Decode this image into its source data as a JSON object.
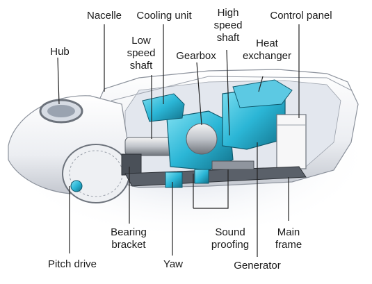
{
  "diagram": {
    "labels": {
      "hub": "Hub",
      "nacelle": "Nacelle",
      "cooling_unit": "Cooling unit",
      "low_speed_shaft": "Low\nspeed\nshaft",
      "gearbox": "Gearbox",
      "high_speed_shaft": "High\nspeed\nshaft",
      "heat_exchanger": "Heat\nexchanger",
      "control_panel": "Control panel",
      "bearing_bracket": "Bearing\nbracket",
      "sound_proofing": "Sound\nproofing",
      "main_frame": "Main\nframe",
      "pitch_drive": "Pitch drive",
      "yaw": "Yaw",
      "generator": "Generator"
    },
    "colors": {
      "component_cyan": "#2bb6d6",
      "component_dark": "#147a94",
      "shell": "#f3f3f5",
      "shell_shadow": "#c9cdd6",
      "leader_line": "#222222",
      "machinery_dark": "#3a3f47"
    }
  }
}
